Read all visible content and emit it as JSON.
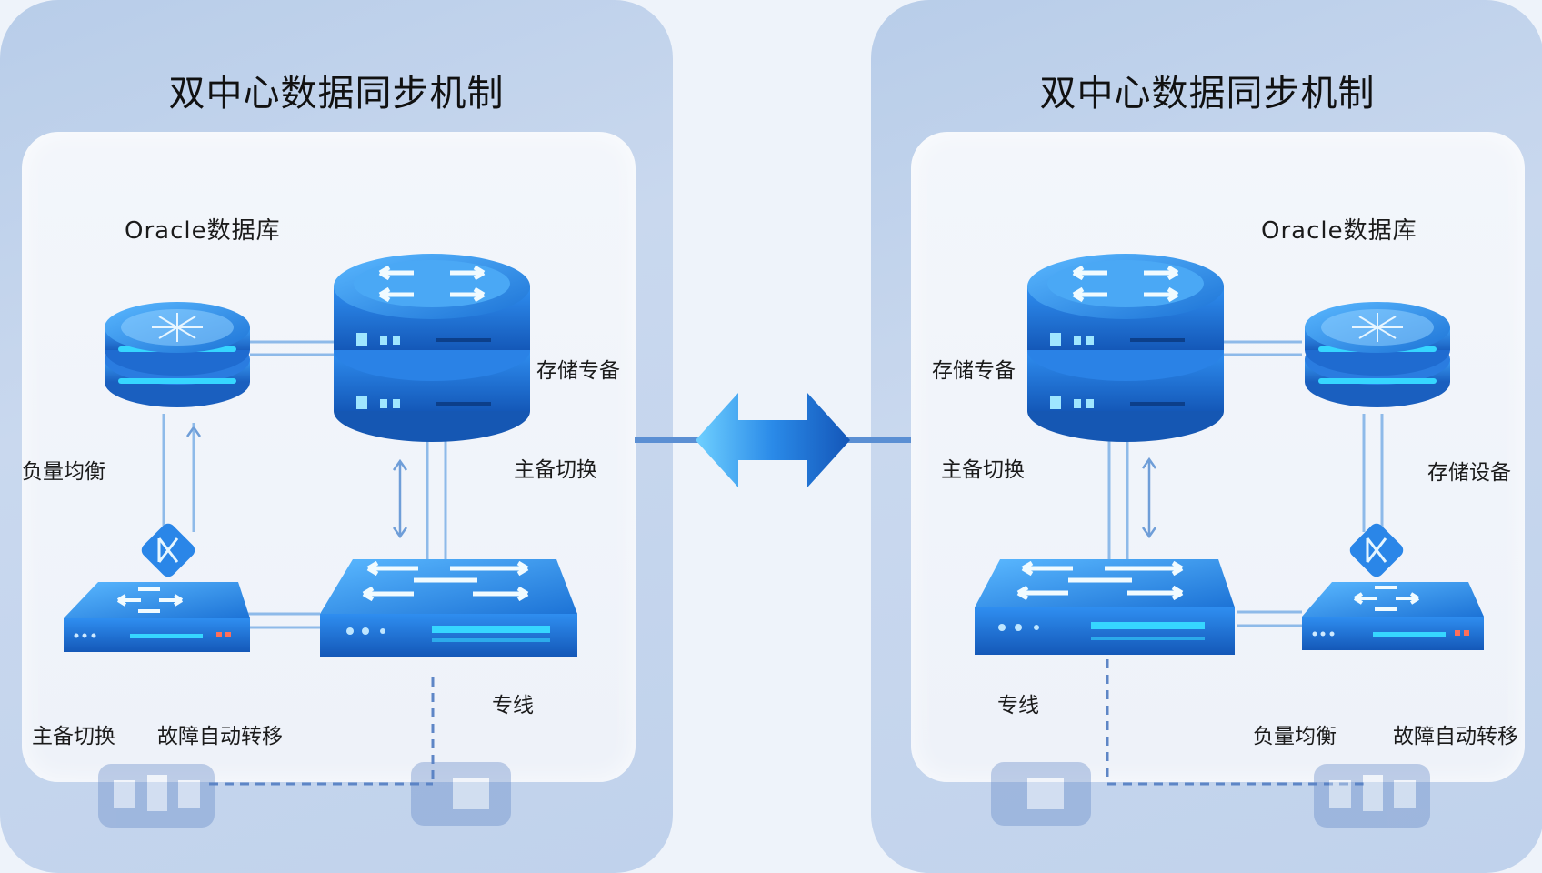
{
  "left": {
    "title": "双中心数据同步机制",
    "labels": {
      "database": "Oracle数据库",
      "storage_backup": "存储专备",
      "load_balance": "负量均衡",
      "switchover_top": "主备切换",
      "leased_line": "专线",
      "switchover_bottom": "主备切换",
      "failover": "故障自动转移"
    }
  },
  "right": {
    "title": "双中心数据同步机制",
    "labels": {
      "database": "Oracle数据库",
      "storage_backup": "存储专备",
      "switchover": "主备切换",
      "storage_device": "存储设备",
      "leased_line": "专线",
      "load_balance": "负量均衡",
      "failover": "故障自动转移"
    }
  },
  "colors": {
    "panel": "#c3d5ee",
    "inner": "#f1f5fb",
    "device_dark": "#1668c8",
    "device_light": "#3ea0f2",
    "accent_cyan": "#36d6ff"
  }
}
